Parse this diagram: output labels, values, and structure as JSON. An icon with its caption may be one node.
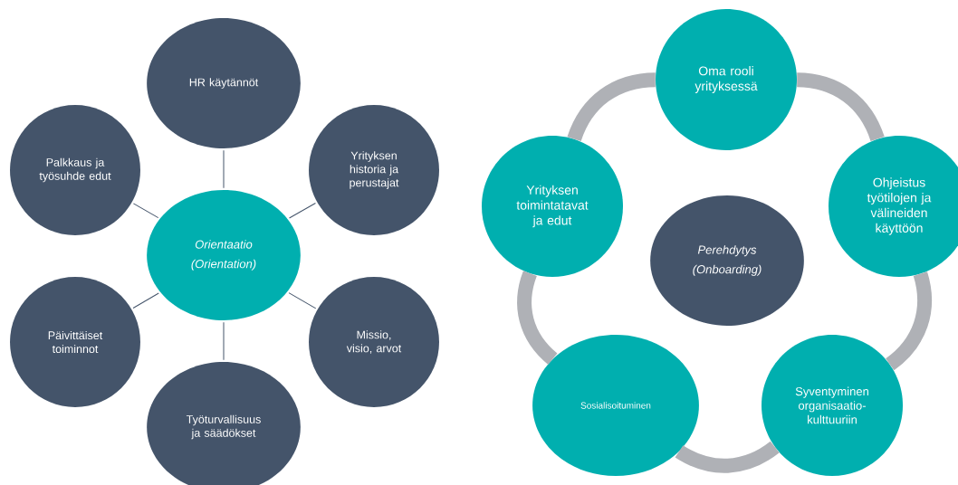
{
  "diagram": {
    "nodes": [
      {
        "text": [
          "Orientaatio",
          "(Orientation)"
        ]
      },
      {
        "text": [
          "HR käytännöt"
        ]
      },
      {
        "text": [
          "Yrityksen historia ja perustajat"
        ]
      },
      {
        "text": [
          "Missio, visio, arvot"
        ]
      },
      {
        "text": [
          "Työturvallisuus ja säädökset"
        ]
      },
      {
        "text": [
          "Päivittäiset toiminnot"
        ]
      },
      {
        "text": [
          "Palkkaus ja työsuhde edut"
        ]
      },
      {
        "text": [
          "Perehdytys",
          "(Onboarding)"
        ]
      },
      {
        "text": [
          "Oma rooli yrityksessä"
        ]
      },
      {
        "text": [
          "Ohjeistus työtilojen ja välineiden käyttöön"
        ]
      },
      {
        "text": [
          "Syventyminen organisaatio- kulttuuriin"
        ]
      },
      {
        "text": [
          "Sosialisoituminen"
        ]
      },
      {
        "text": [
          "Yrityksen toimintatavat ja edut"
        ]
      }
    ],
    "edges": [
      {
        "from": 0,
        "to": 1,
        "arrow": "none"
      },
      {
        "from": 0,
        "to": 2,
        "arrow": "none"
      },
      {
        "from": 0,
        "to": 3,
        "arrow": "none"
      },
      {
        "from": 0,
        "to": 4,
        "arrow": "none"
      },
      {
        "from": 0,
        "to": 5,
        "arrow": "none"
      },
      {
        "from": 0,
        "to": 6,
        "arrow": "none"
      },
      {
        "from": 8,
        "to": 9,
        "arrow": "none",
        "style": "thick",
        "color": "#afb1b6"
      },
      {
        "from": 9,
        "to": 10,
        "arrow": "none",
        "style": "thick",
        "color": "#afb1b6"
      },
      {
        "from": 10,
        "to": 11,
        "arrow": "none",
        "style": "thick",
        "color": "#afb1b6"
      },
      {
        "from": 11,
        "to": 12,
        "arrow": "none",
        "style": "thick",
        "color": "#afb1b6"
      },
      {
        "from": 12,
        "to": 8,
        "arrow": "none",
        "style": "thick",
        "color": "#afb1b6"
      }
    ]
  }
}
